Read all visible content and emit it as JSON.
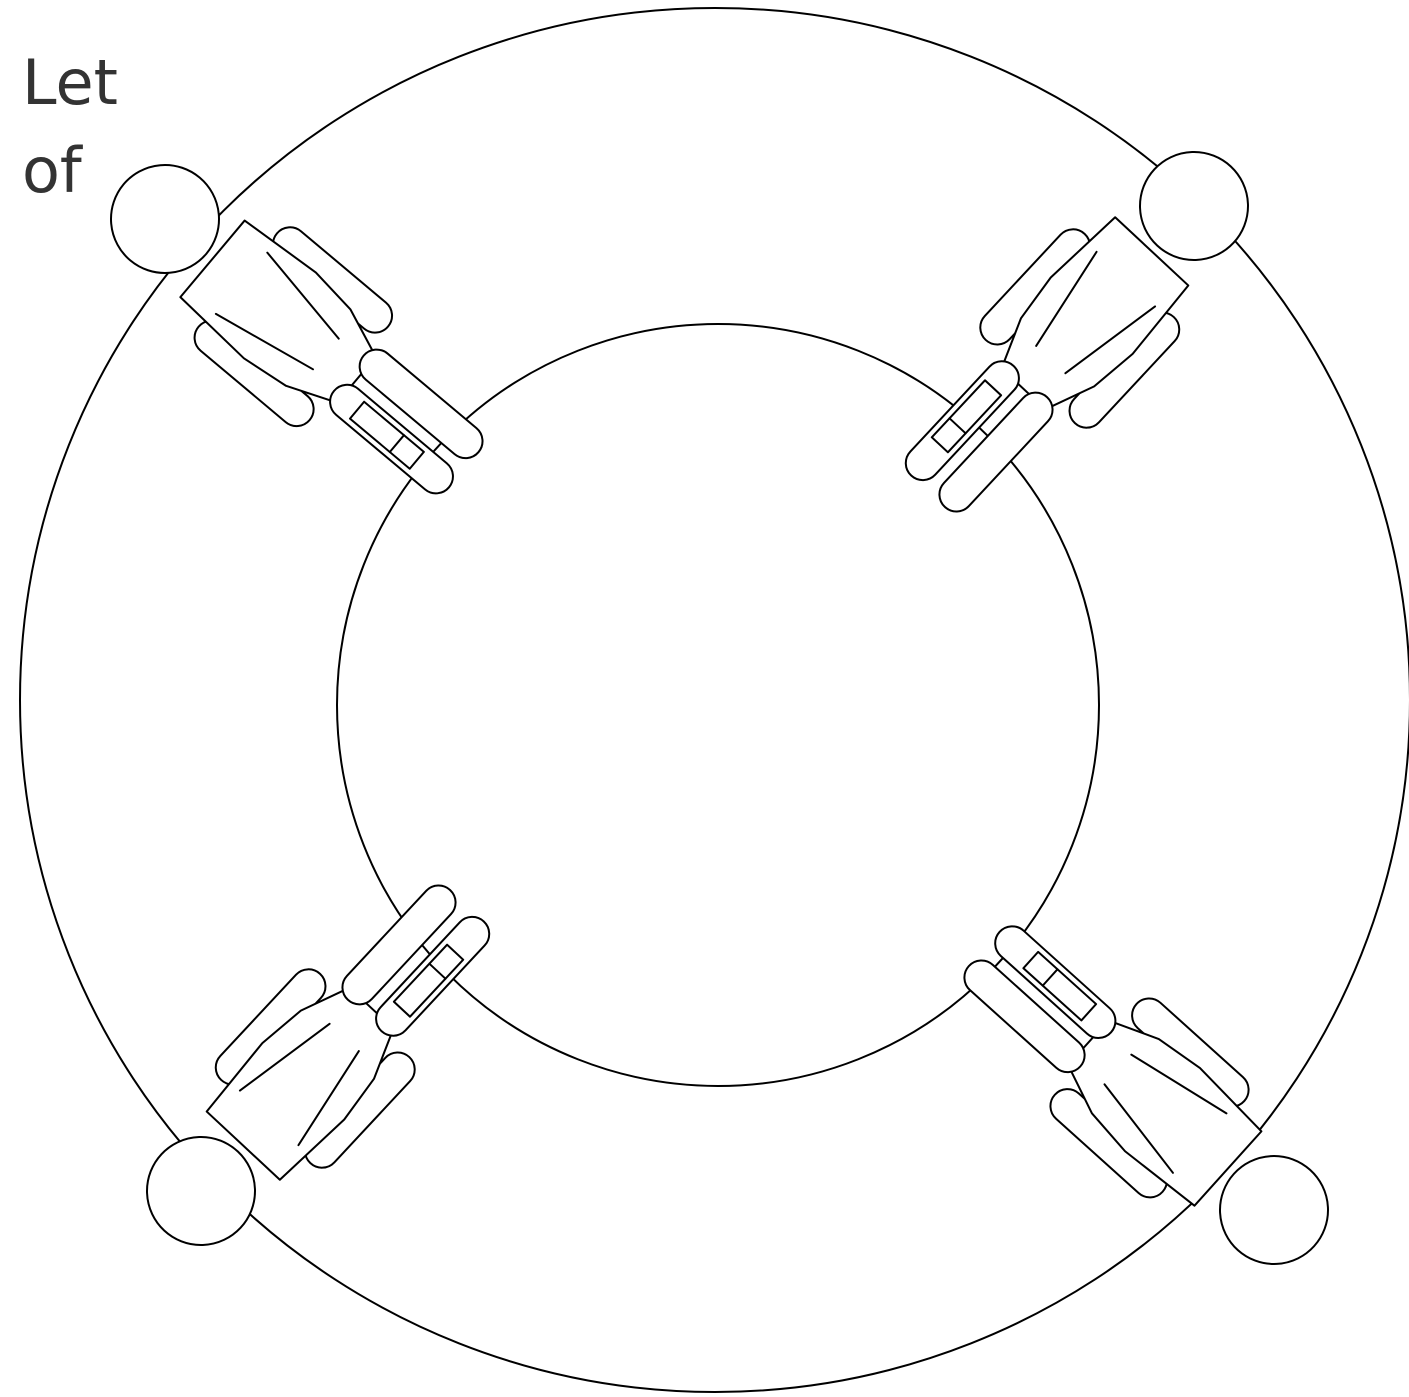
{
  "text": {
    "line_1": "Let",
    "line_2": "of"
  },
  "colors": {
    "stroke": "#000000",
    "background": "#ffffff",
    "text": "#333333"
  },
  "figures": [
    {
      "id": "figure-top-left",
      "icon": "person-figure-icon"
    },
    {
      "id": "figure-top-right",
      "icon": "person-figure-icon"
    },
    {
      "id": "figure-bottom-left",
      "icon": "person-figure-icon"
    },
    {
      "id": "figure-bottom-right",
      "icon": "person-figure-icon"
    }
  ]
}
